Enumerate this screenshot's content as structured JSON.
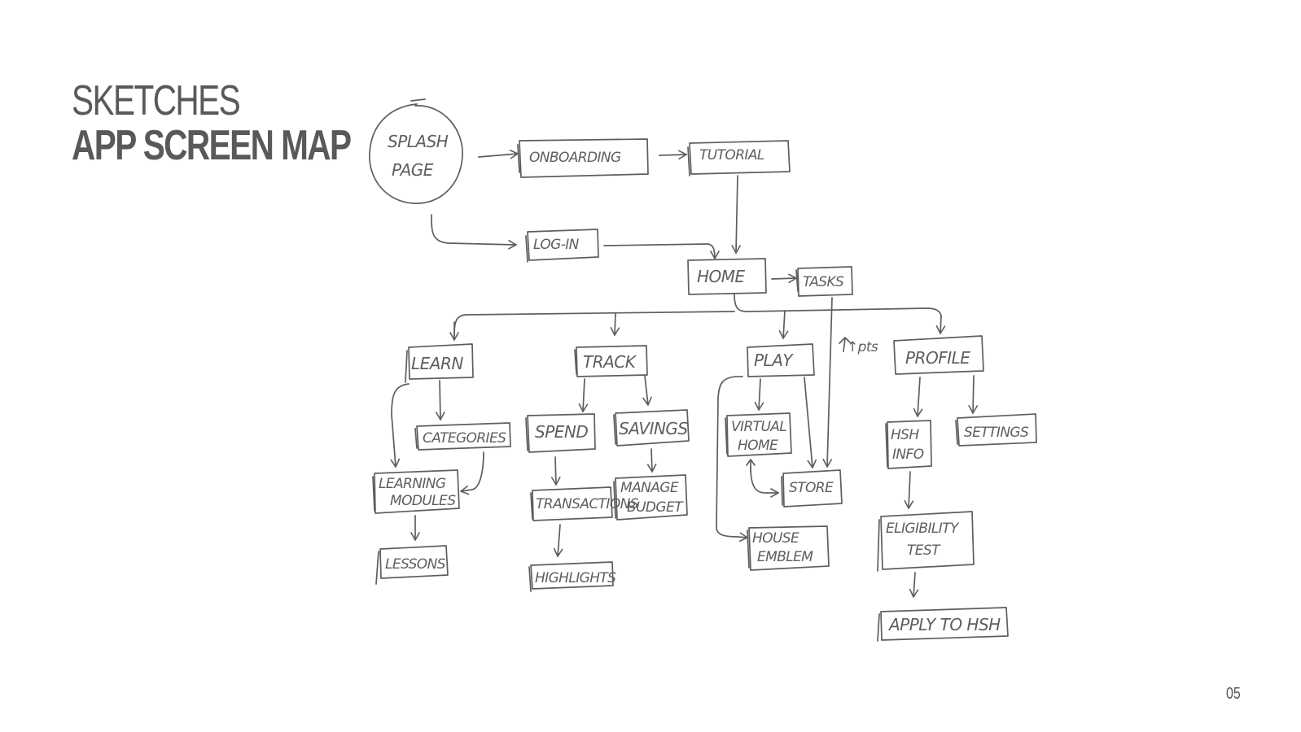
{
  "header": {
    "title_line1": "SKETCHES",
    "title_line2": "APP SCREEN MAP"
  },
  "footer": {
    "page_number": "05"
  },
  "diagram": {
    "nodes": {
      "splash_line1": "SPLASH",
      "splash_line2": "PAGE",
      "onboarding": "ONBOARDING",
      "tutorial": "TUTORIAL",
      "login": "LOG-IN",
      "home": "HOME",
      "tasks": "TASKS",
      "learn": "LEARN",
      "track": "TRACK",
      "play": "PLAY",
      "profile": "PROFILE",
      "categories": "CATEGORIES",
      "learning_modules_line1": "LEARNING",
      "learning_modules_line2": "MODULES",
      "lessons": "LESSONS",
      "spend": "SPEND",
      "savings": "SAVINGS",
      "transactions": "TRANSACTIONS",
      "manage_budget_line1": "MANAGE",
      "manage_budget_line2": "BUDGET",
      "highlights": "HIGHLIGHTS",
      "virtual_home_line1": "VIRTUAL",
      "virtual_home_line2": "HOME",
      "store": "STORE",
      "house_emblem_line1": "HOUSE",
      "house_emblem_line2": "EMBLEM",
      "hsh_info_line1": "HSH",
      "hsh_info_line2": "INFO",
      "settings": "SETTINGS",
      "eligibility_test_line1": "ELIGIBILITY",
      "eligibility_test_line2": "TEST",
      "apply_to_hsh": "APPLY TO HSH"
    },
    "annotations": {
      "points_note": "↑pts"
    }
  },
  "colors": {
    "title": "#59595b",
    "sketch": "#5e5e5e",
    "background": "#ffffff"
  }
}
